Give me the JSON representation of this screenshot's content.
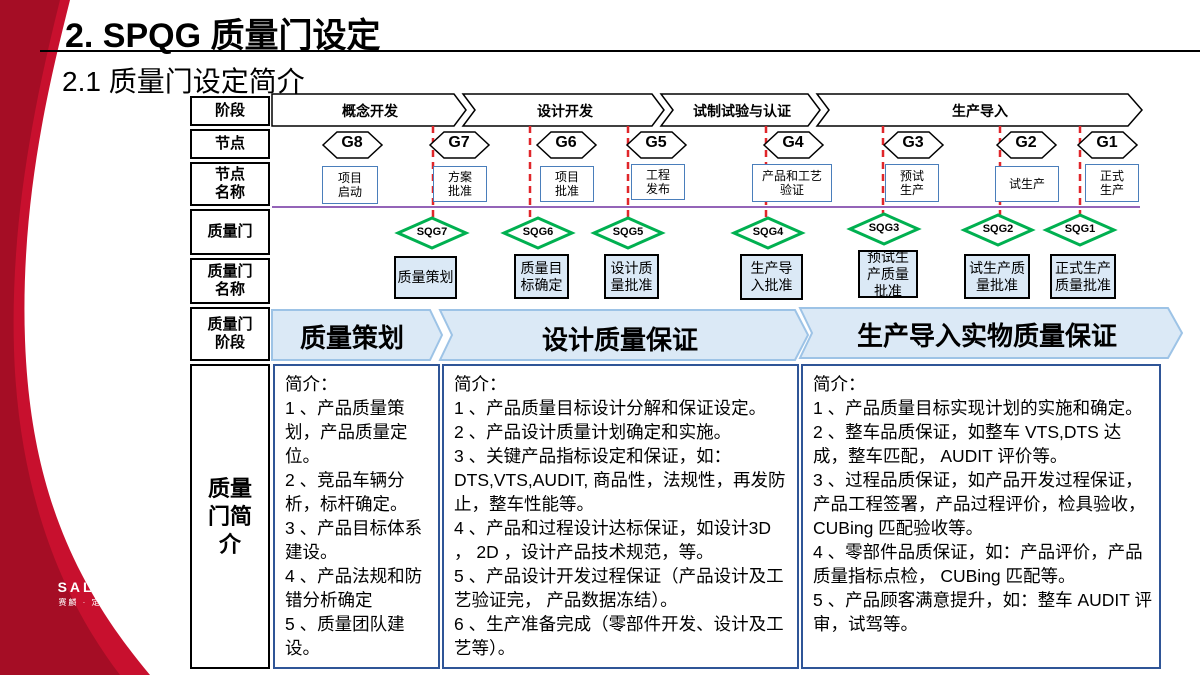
{
  "header": {
    "title": "2. SPQG 质量门设定",
    "subtitle": "2.1  质量门设定简介"
  },
  "brand": {
    "logo_word": "SALEEN",
    "tagline": "赛麟 · 定义极致"
  },
  "colors": {
    "brand_red": "#c8102e",
    "gate_line_red": "#e0262a",
    "qbox_fill": "#dbe9f6",
    "arrow_fill": "#dbe9f6",
    "node_border": "#4a7ebb"
  },
  "row_labels": {
    "phase": "阶段",
    "node": "节点",
    "node_name": "节点名称",
    "quality_gate": "质量门",
    "quality_gate_name": "质量门名称",
    "quality_gate_stage": "质量门阶段",
    "quality_gate_intro": "质量门简介"
  },
  "phases": [
    "概念开发",
    "设计开发",
    "试制试验与认证",
    "生产导入"
  ],
  "gates": [
    {
      "label": "G8",
      "node_name": "项目启动"
    },
    {
      "label": "G7",
      "node_name": "方案批准"
    },
    {
      "label": "G6",
      "node_name": "项目批准"
    },
    {
      "label": "G5",
      "node_name": "工程发布"
    },
    {
      "label": "G4",
      "node_name": "产品和工艺验证"
    },
    {
      "label": "G3",
      "node_name": "预试生产"
    },
    {
      "label": "G2",
      "node_name": "试生产"
    },
    {
      "label": "G1",
      "node_name": "正式生产"
    }
  ],
  "quality_gates": [
    {
      "label": "SQG7",
      "name": "质量策划"
    },
    {
      "label": "SQG6",
      "name": "质量目标确定"
    },
    {
      "label": "SQG5",
      "name": "设计质量批准"
    },
    {
      "label": "SQG4",
      "name": "生产导入批准"
    },
    {
      "label": "SQG3",
      "name": "预试生产质量批准"
    },
    {
      "label": "SQG2",
      "name": "试生产质量批准"
    },
    {
      "label": "SQG1",
      "name": "正式生产质量批准"
    }
  ],
  "stages": [
    "质量策划",
    "设计质量保证",
    "生产导入实物质量保证"
  ],
  "descriptions": [
    {
      "lines": [
        "简介：",
        "1 、产品质量策划，产品质量定位。",
        "2 、竞品车辆分析，标杆确定。",
        "3 、产品目标体系建设。",
        "4 、产品法规和防错分析确定",
        "5 、质量团队建设。"
      ]
    },
    {
      "lines": [
        "简介：",
        "1 、产品质量目标设计分解和保证设定。",
        "2 、产品设计质量计划确定和实施。",
        "3 、关键产品指标设定和保证，如：DTS,VTS,AUDIT, 商品性，法规性，再发防止，整车性能等。",
        "4 、产品和过程设计达标保证，如设计3D ， 2D ，设计产品技术规范，等。",
        "5 、产品设计开发过程保证（产品设计及工艺验证完， 产品数据冻结）。",
        "6 、生产准备完成（零部件开发、设计及工艺等）。"
      ]
    },
    {
      "lines": [
        "简介：",
        "1 、产品质量目标实现计划的实施和确定。",
        "2 、整车品质保证，如整车 VTS,DTS 达成，整车匹配， AUDIT 评价等。",
        "3 、过程品质保证，如产品开发过程保证，产品工程签署，产品过程评价，检具验收， CUBing 匹配验收等。",
        "4 、零部件品质保证，如：产品评价，产品质量指标点检， CUBing 匹配等。",
        "5 、产品顾客满意提升，如：整车 AUDIT 评审，试驾等。"
      ]
    }
  ]
}
